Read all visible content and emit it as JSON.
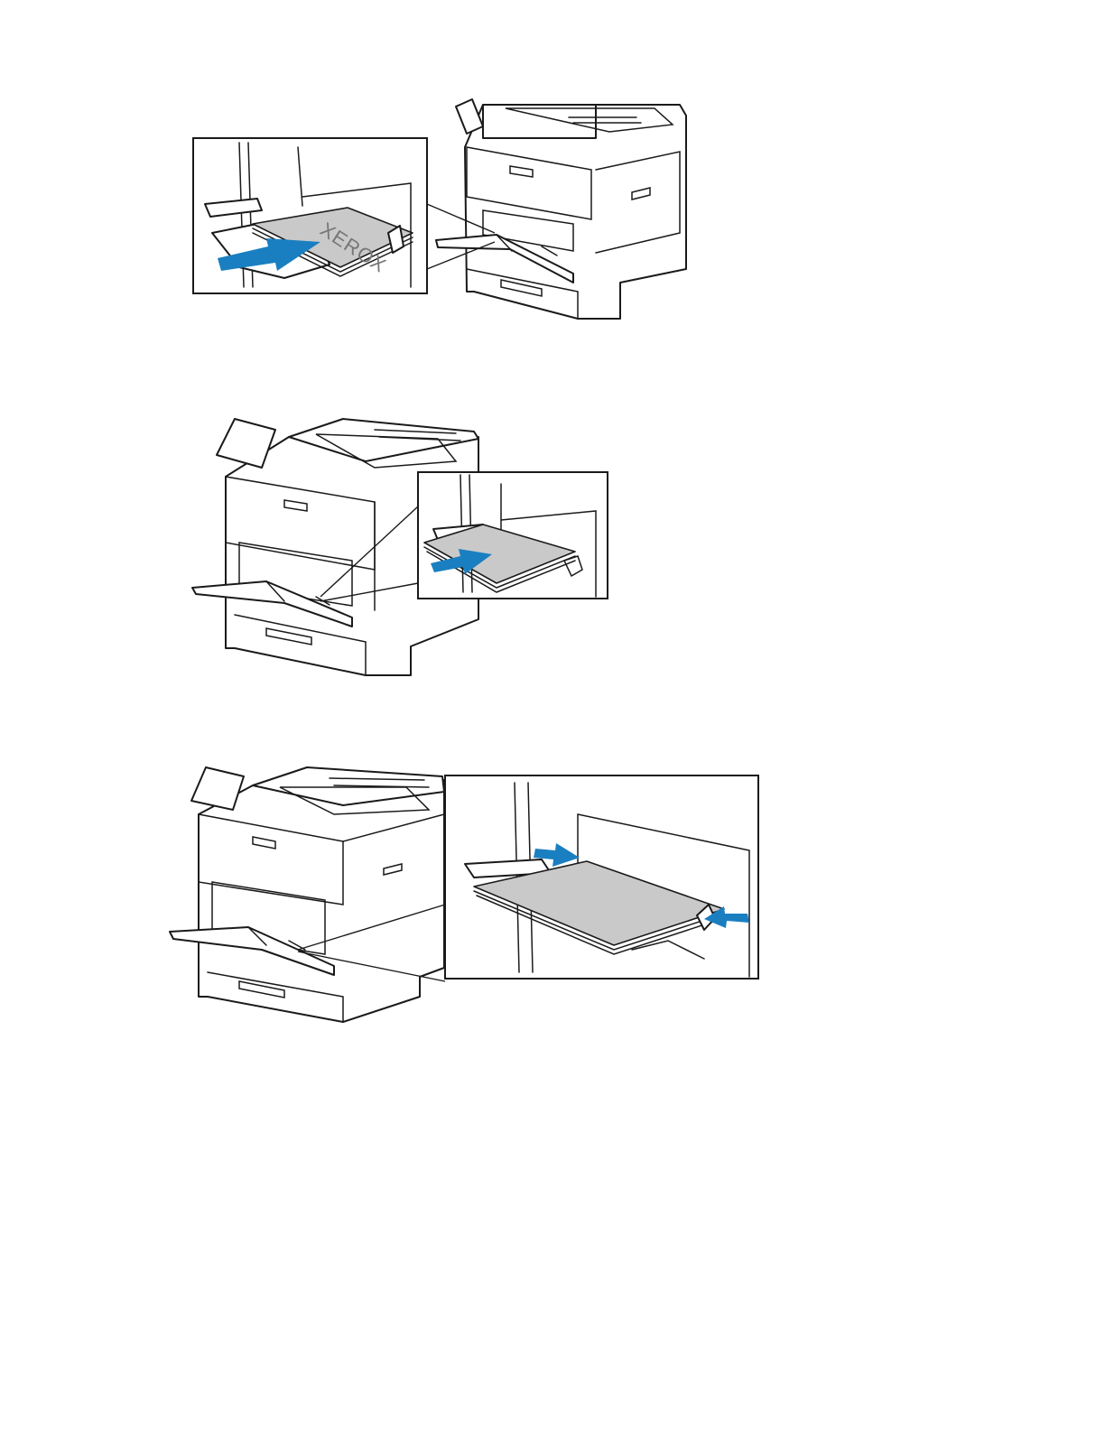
{
  "figures": [
    {
      "name": "load-paper-into-bypass-tray",
      "paper_brand": "XEROX",
      "arrow_color": "#1a7fc1"
    },
    {
      "name": "push-paper-into-bypass-tray",
      "arrow_color": "#1a7fc1"
    },
    {
      "name": "adjust-paper-width-guides",
      "arrow_color": "#1a7fc1"
    }
  ]
}
